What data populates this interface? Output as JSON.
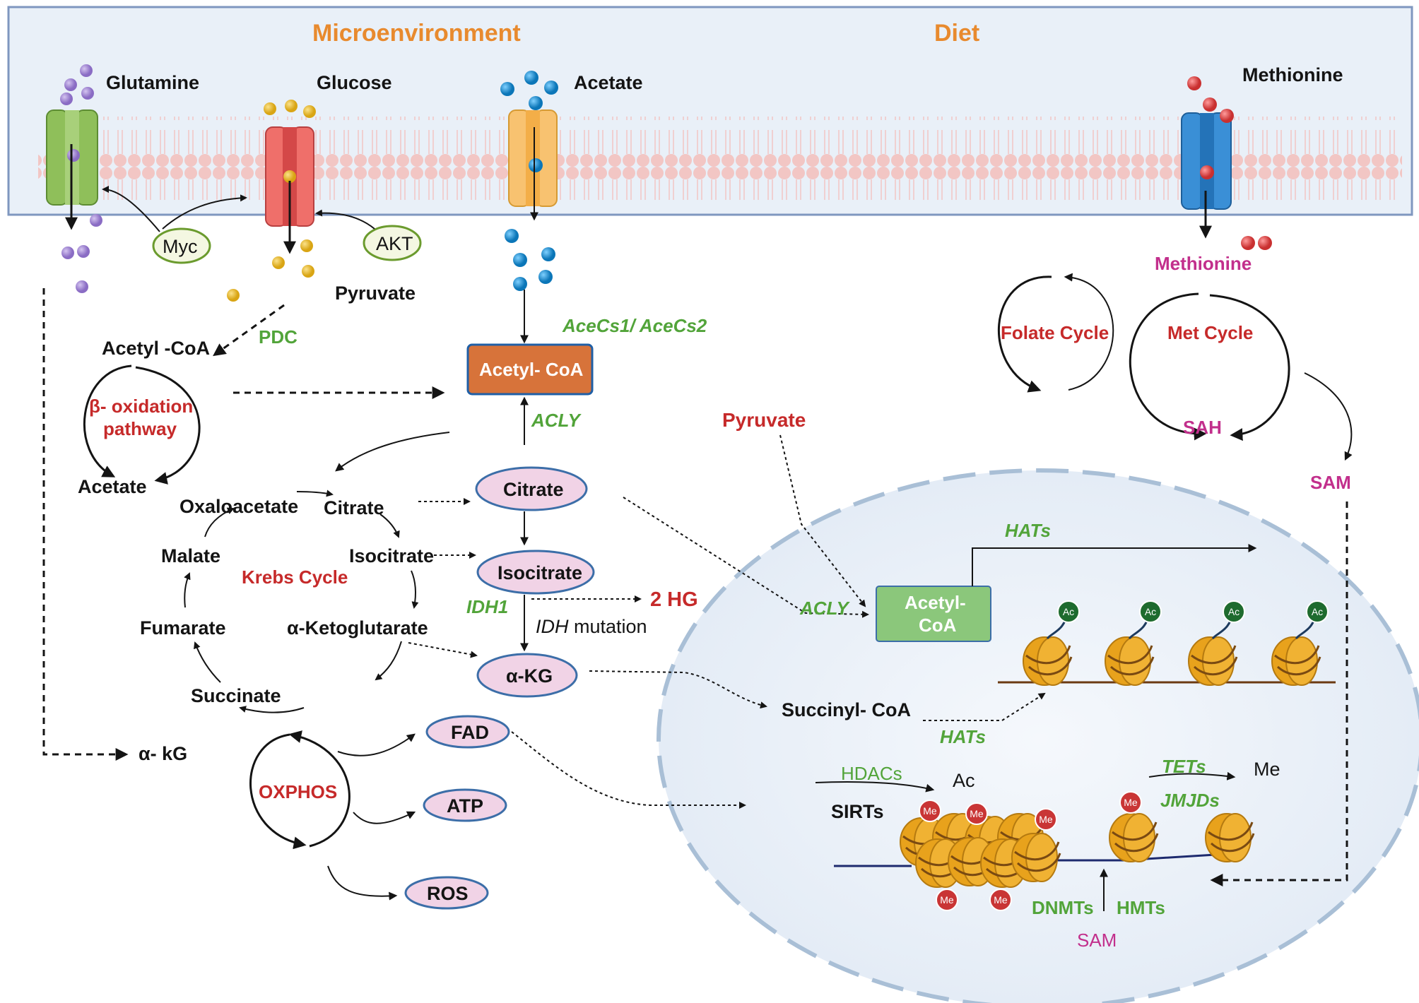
{
  "header": {
    "microenvironment": "Microenvironment",
    "diet": "Diet"
  },
  "nutrients": {
    "glutamine": "Glutamine",
    "glucose": "Glucose",
    "acetate": "Acetate",
    "methionine": "Methionine"
  },
  "regulators": {
    "myc": "Myc",
    "akt": "AKT"
  },
  "metabolism": {
    "pyruvate": "Pyruvate",
    "pdc": "PDC",
    "acetyl_coa_left": "Acetyl -CoA",
    "beta_oxidation_1": "β- oxidation",
    "beta_oxidation_2": "pathway",
    "acetate_left": "Acetate",
    "acecs": "AceCs1/ AceCs2",
    "acetyl_coa_box": "Acetyl- CoA",
    "acly_top": "ACLY",
    "alpha_kg_left": "α- kG",
    "methionine_inside": "Methionine"
  },
  "krebs": {
    "title": "Krebs Cycle",
    "oxaloacetate": "Oxaloacetate",
    "citrate": "Citrate",
    "isocitrate": "Isocitrate",
    "alpha_ketoglutarate": "α-Ketoglutarate",
    "succinate": "Succinate",
    "fumarate": "Fumarate",
    "malate": "Malate"
  },
  "ovals": {
    "citrate": "Citrate",
    "isocitrate": "Isocitrate",
    "akg": "α-KG",
    "fad": "FAD",
    "atp": "ATP",
    "ros": "ROS"
  },
  "idh": {
    "idh1": "IDH1",
    "two_hg": "2 HG",
    "mutation_italic": "IDH",
    "mutation_rest": " mutation"
  },
  "oxphos": "OXPHOS",
  "one_carbon": {
    "folate": "Folate Cycle",
    "met": "Met Cycle",
    "sah": "SAH",
    "sam": "SAM"
  },
  "nucleus": {
    "pyruvate": "Pyruvate",
    "hats_top": "HATs",
    "acly": "ACLY",
    "acetyl_coa_1": "Acetyl-",
    "acetyl_coa_2": "CoA",
    "ac_mark": "Ac",
    "succinyl_coa": "Succinyl- CoA",
    "hats_mid": "HATs",
    "hdacs": "HDACs",
    "ac_text": "Ac",
    "sirts": "SIRTs",
    "tets": "TETs",
    "jmjds": "JMJDs",
    "me_text": "Me",
    "me_mark": "Me",
    "dnmts": "DNMTs",
    "hmts": "HMTs",
    "sam": "SAM"
  },
  "colors": {
    "membrane_box": "#e9f0f8",
    "membrane_border": "#7f97bf",
    "lipid": "#f2c6c4",
    "nucleus_fill": "#eef3f9",
    "nucleus_border": "#a9bfd6",
    "glutamine": "#9b7ed0",
    "glucose": "#e8b825",
    "acetate": "#1a8fd0",
    "methionine": "#d94a4a",
    "histone": "#e8a21c",
    "ac_mark": "#1e6b2e",
    "me_mark": "#c93535",
    "oval_fill": "#f1d3e6",
    "oval_border": "#3c6ea8",
    "acetyl_box": "#d7733a",
    "acetyl_box_nuc": "#8bc77b"
  }
}
